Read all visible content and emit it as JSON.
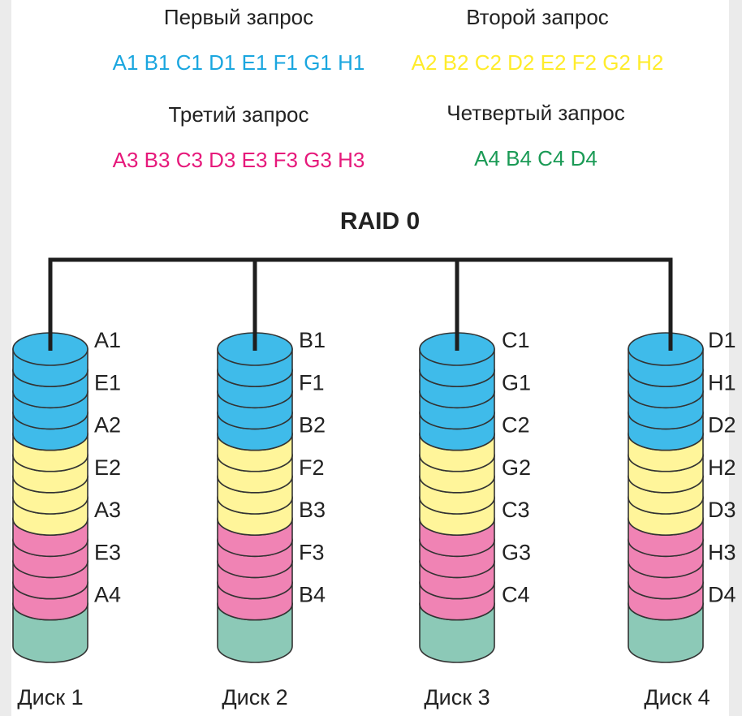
{
  "requests": [
    {
      "title": "Первый запрос",
      "blocks": "A1 B1 C1 D1 E1 F1 G1 H1",
      "color": "#1aa6df"
    },
    {
      "title": "Второй запрос",
      "blocks": "A2 B2 C2 D2 E2 F2 G2 H2",
      "color": "#ffec2b"
    },
    {
      "title": "Третий запрос",
      "blocks": "A3 B3 C3 D3 E3 F3 G3 H3",
      "color": "#e6197b"
    },
    {
      "title": "Четвертый запрос",
      "blocks": "A4 B4 C4 D4",
      "color": "#1a9a55"
    }
  ],
  "raid_label": "RAID 0",
  "disks": [
    {
      "label": "Диск 1",
      "blocks": [
        "A1",
        "E1",
        "A2",
        "E2",
        "A3",
        "E3",
        "A4"
      ]
    },
    {
      "label": "Диск 2",
      "blocks": [
        "B1",
        "F1",
        "B2",
        "F2",
        "B3",
        "F3",
        "B4"
      ]
    },
    {
      "label": "Диск 3",
      "blocks": [
        "C1",
        "G1",
        "C2",
        "G2",
        "C3",
        "G3",
        "C4"
      ]
    },
    {
      "label": "Диск 4",
      "blocks": [
        "D1",
        "H1",
        "D2",
        "H2",
        "D3",
        "H3",
        "D4"
      ]
    }
  ],
  "colors": {
    "request1_fill": "#3fbbea",
    "request2_fill": "#fff59a",
    "request3_fill": "#f083b4",
    "request4_fill": "#8cc9b7",
    "line": "#1e1e1e",
    "text": "#222222",
    "panel": "#ffffff"
  }
}
